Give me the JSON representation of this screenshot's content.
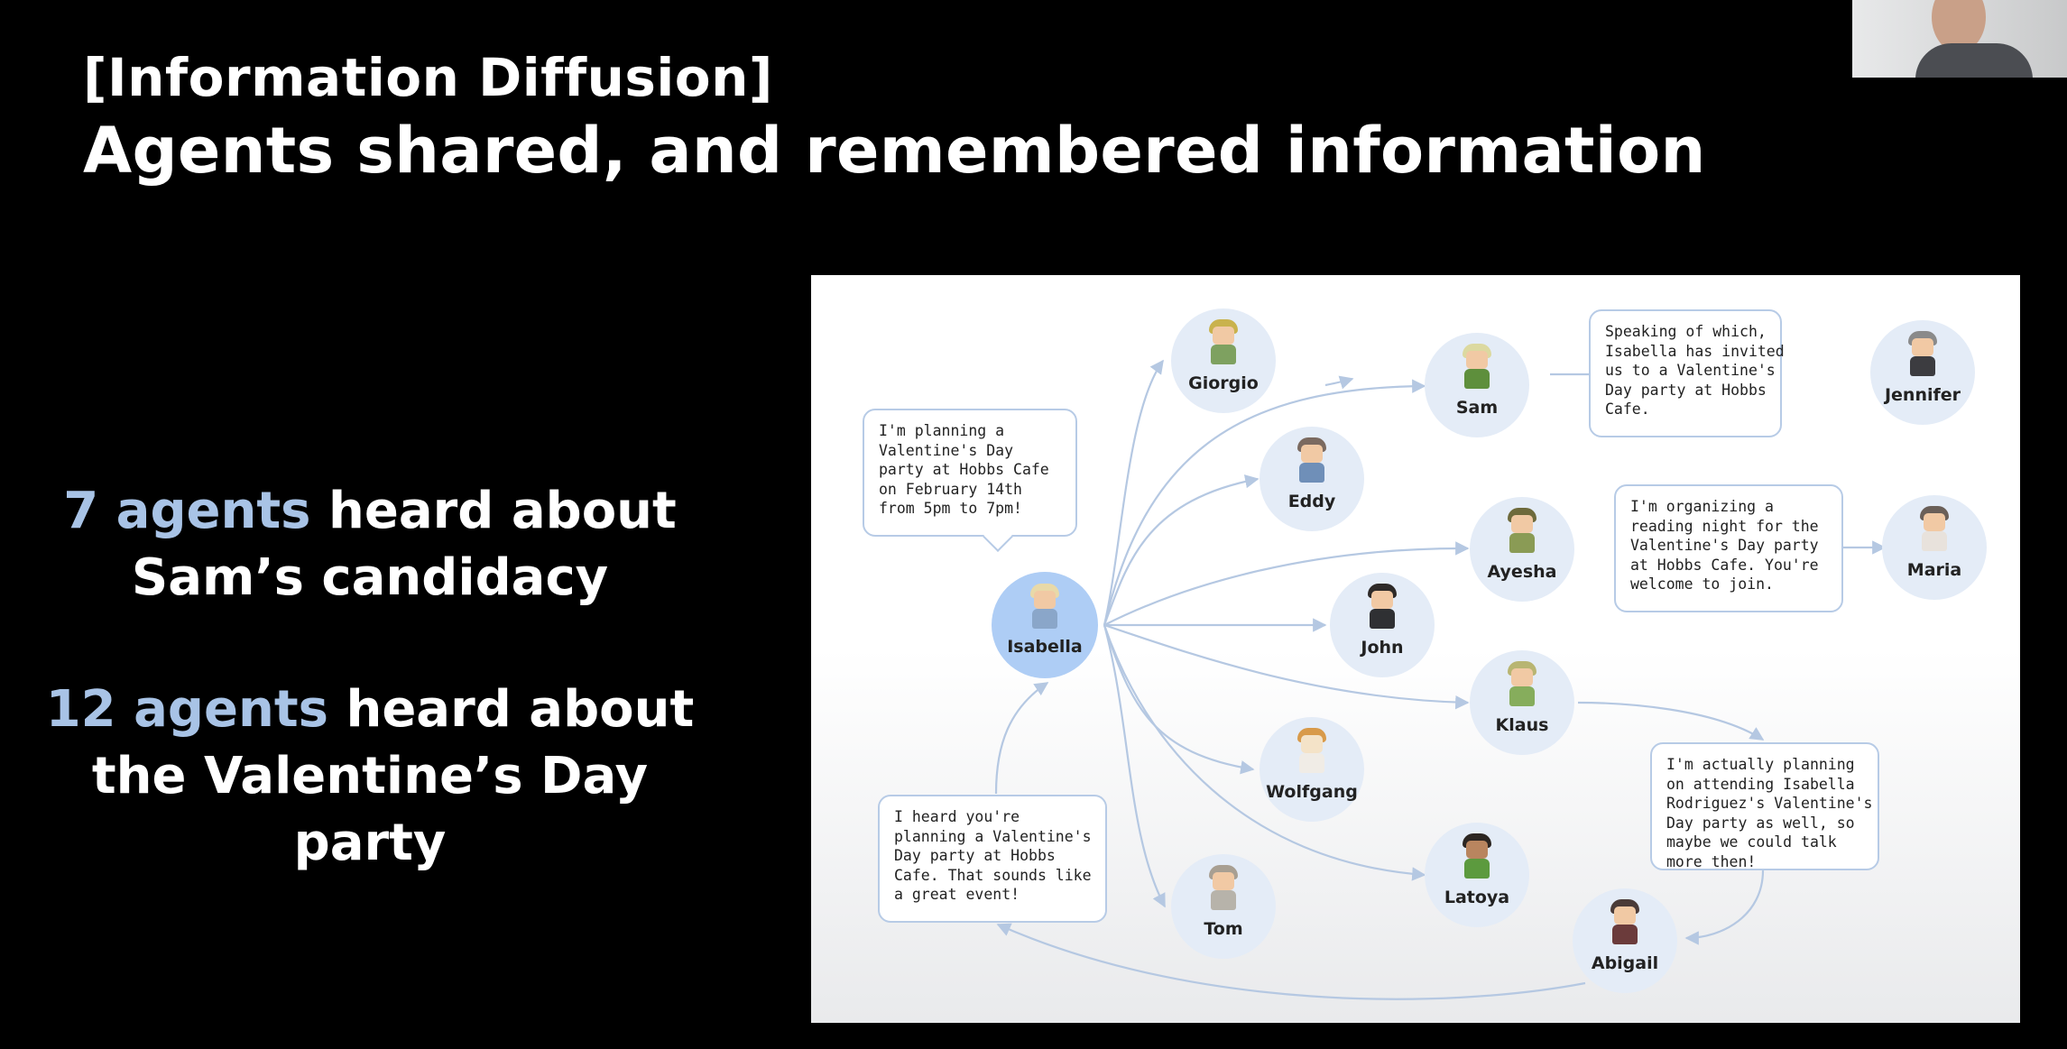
{
  "slide": {
    "tag_title": "[Information Diffusion]",
    "main_title": "Agents shared, and remembered information"
  },
  "stats": [
    {
      "count": "7 agents",
      "rest1": " heard about",
      "rest2": "Sam’s candidacy"
    },
    {
      "count": "12 agents",
      "rest1": " heard about",
      "rest2": "the Valentine’s Day party"
    }
  ],
  "diagram": {
    "agents": {
      "isabella": "Isabella",
      "giorgio": "Giorgio",
      "sam": "Sam",
      "jennifer": "Jennifer",
      "eddy": "Eddy",
      "ayesha": "Ayesha",
      "maria": "Maria",
      "john": "John",
      "klaus": "Klaus",
      "wolfgang": "Wolfgang",
      "latoya": "Latoya",
      "tom": "Tom",
      "abigail": "Abigail"
    },
    "bubbles": {
      "isabella": "I'm planning a\nValentine's Day\nparty at Hobbs Cafe\non February 14th\nfrom 5pm to 7pm!",
      "sam": "Speaking of which,\nIsabella has invited\nus to a Valentine's\nDay party at Hobbs\nCafe.",
      "ayesha": "I'm organizing a\nreading night for the\nValentine's Day party\nat Hobbs Cafe. You're\nwelcome to join.",
      "klaus": "I'm actually planning\non attending Isabella\nRodriguez's Valentine's\nDay party as well, so\nmaybe we could talk\nmore then!",
      "abigail": "I heard you're\nplanning a Valentine's\nDay party at Hobbs\nCafe. That sounds like\na great event!"
    }
  },
  "colors": {
    "highlight": "#a8c3e6",
    "edge": "#b5c8e2",
    "isabella_node": "#aecdf5",
    "node": "#e4ecf7"
  }
}
